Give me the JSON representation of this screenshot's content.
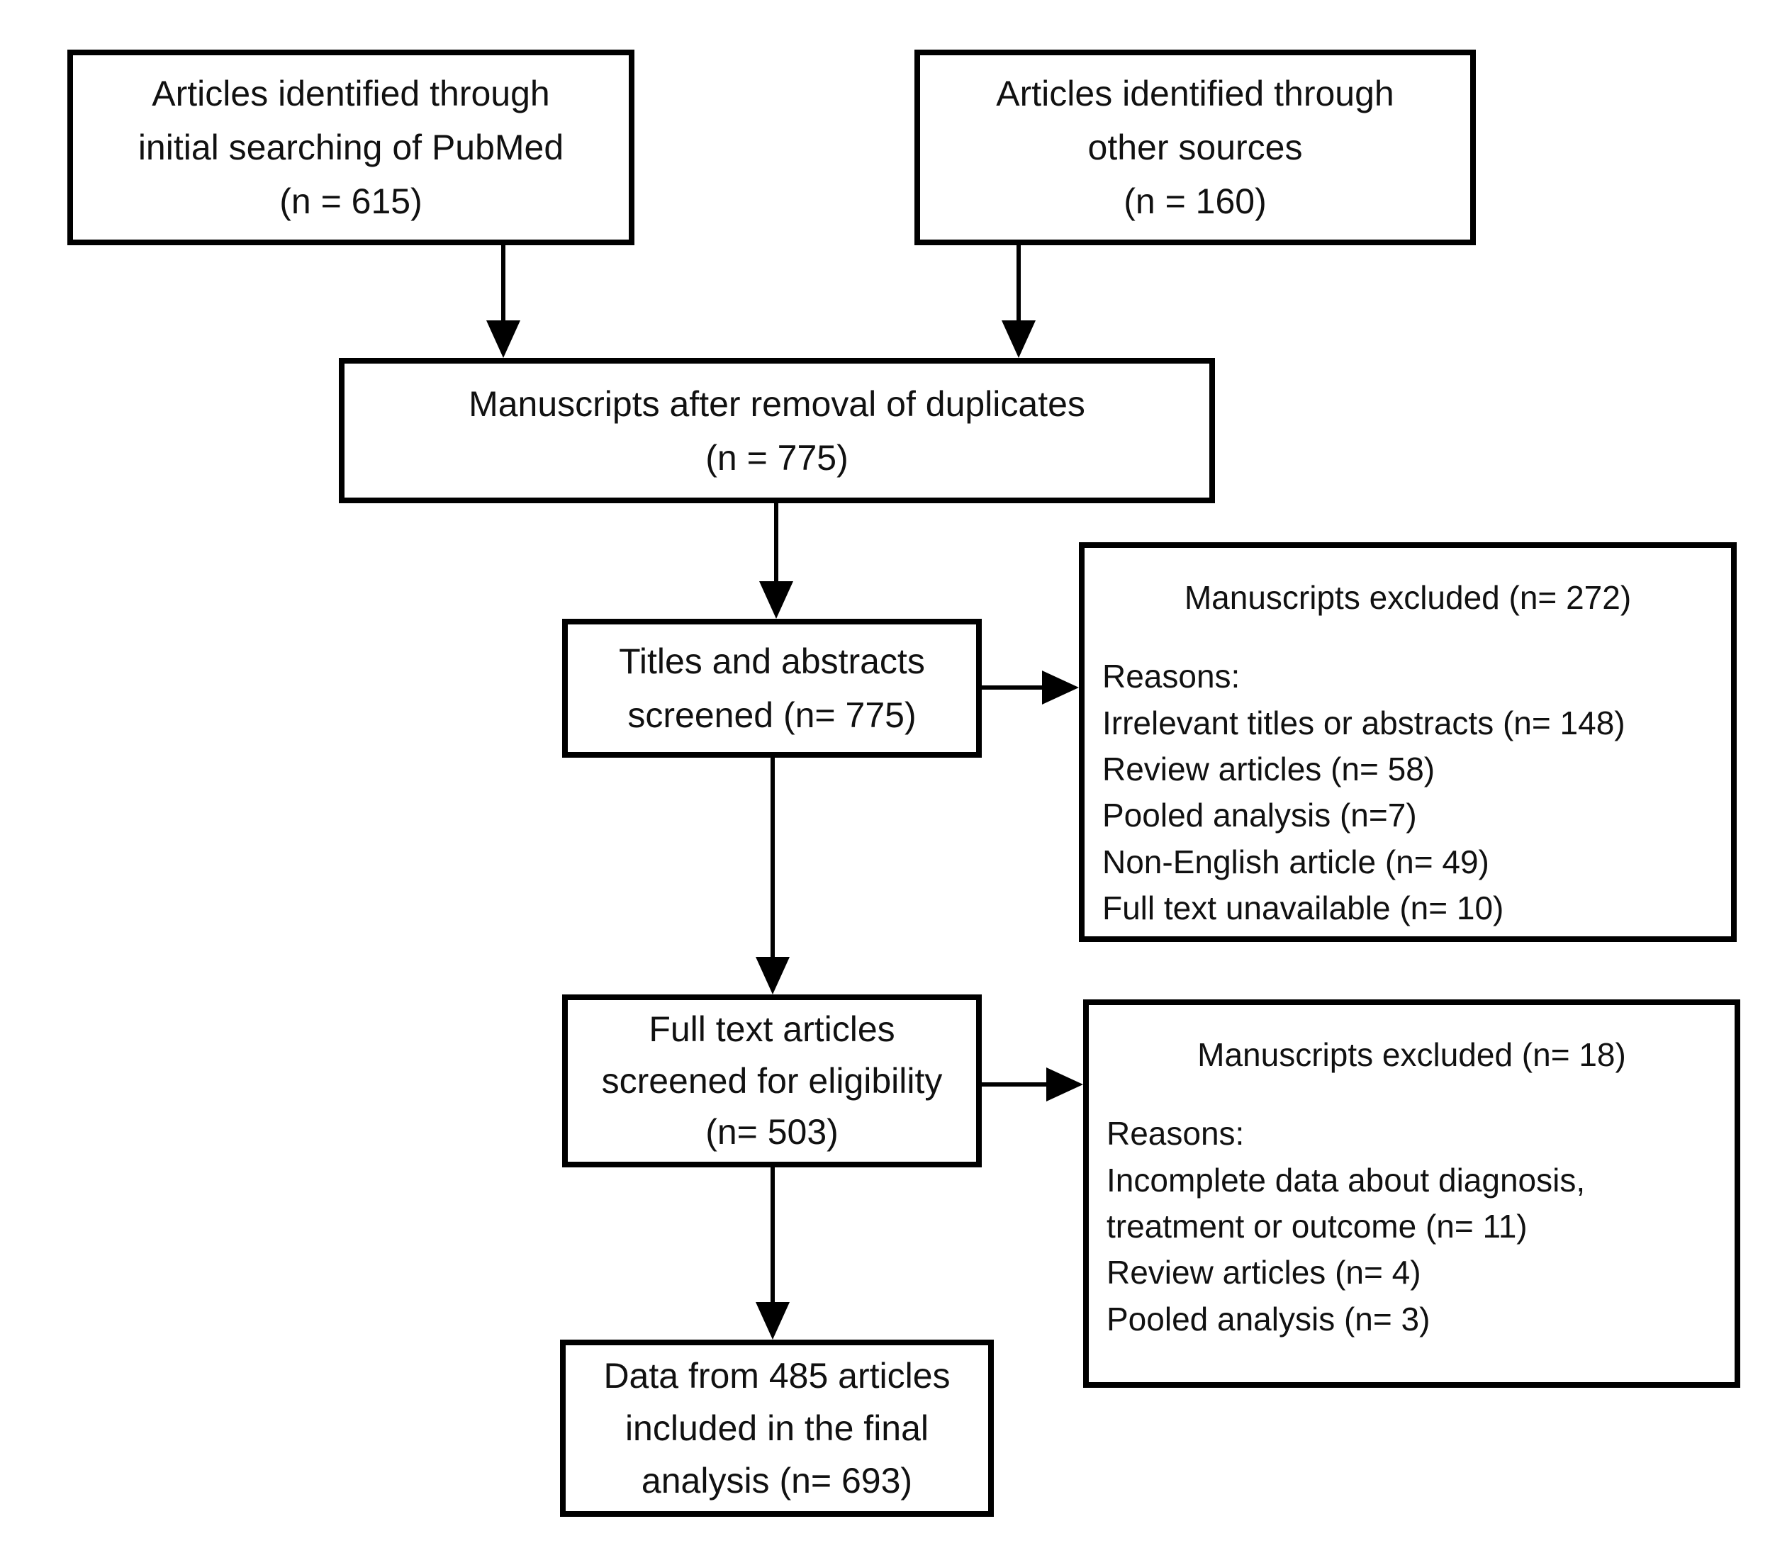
{
  "figure": {
    "type": "prisma-flow-diagram",
    "colors": {
      "border": "#000000",
      "text": "#111111",
      "background": "#ffffff"
    },
    "boxes": {
      "pubmed": {
        "lines": [
          "Articles identified through",
          "initial searching of PubMed",
          "(n = 615)"
        ]
      },
      "other_sources": {
        "lines": [
          "Articles identified through",
          "other sources",
          "(n = 160)"
        ]
      },
      "dedup": {
        "lines": [
          "Manuscripts after removal of duplicates",
          "(n = 775)"
        ]
      },
      "title_abstract_screen": {
        "lines": [
          "Titles and abstracts",
          "screened (n= 775)"
        ]
      },
      "excluded_272": {
        "title": "Manuscripts excluded (n= 272)",
        "reasons_label": "Reasons:",
        "reasons": [
          "Irrelevant titles or abstracts (n= 148)",
          "Review articles (n= 58)",
          "Pooled analysis (n=7)",
          "Non-English article (n= 49)",
          "Full text unavailable (n= 10)"
        ]
      },
      "full_text_screen": {
        "lines": [
          "Full text articles",
          "screened for eligibility",
          "(n= 503)"
        ]
      },
      "excluded_18": {
        "title": "Manuscripts excluded (n= 18)",
        "reasons_label": "Reasons:",
        "reasons": [
          "Incomplete data about diagnosis, treatment or outcome (n= 11)",
          "Review articles (n= 4)",
          "Pooled analysis (n= 3)"
        ]
      },
      "included_final": {
        "lines": [
          "Data from 485 articles",
          "included in the final",
          "analysis (n= 693)"
        ]
      }
    }
  }
}
